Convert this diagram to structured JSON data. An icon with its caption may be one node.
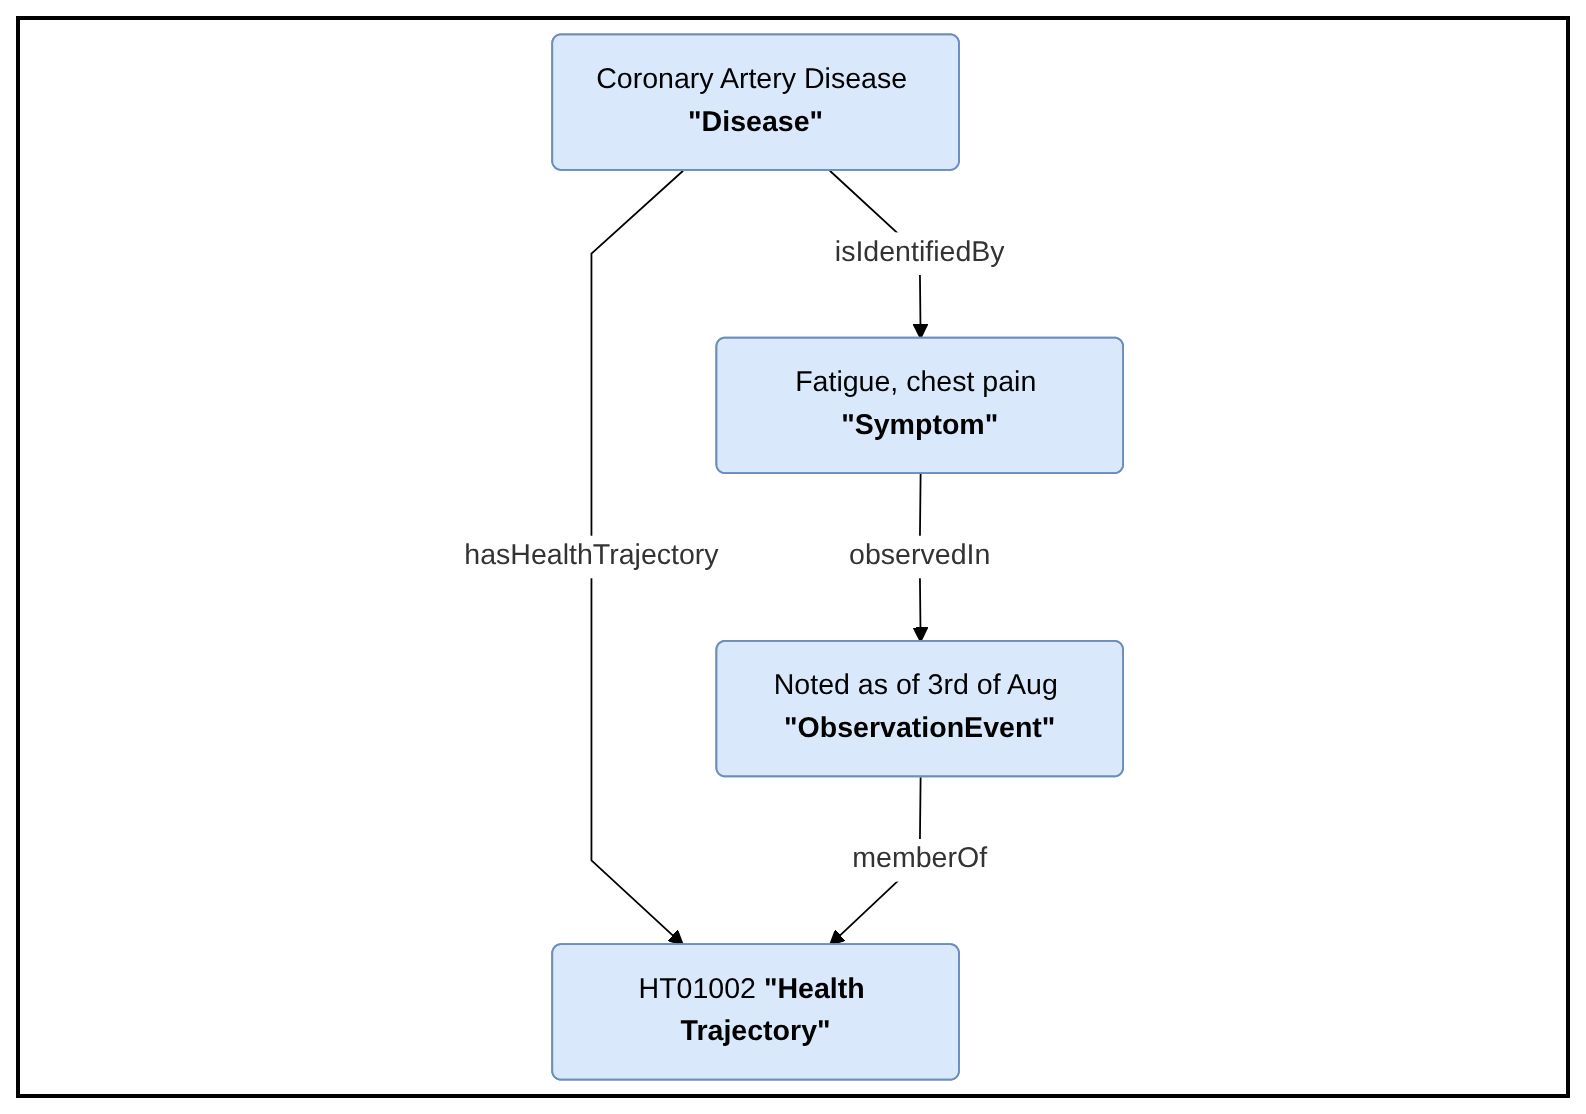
{
  "diagram": {
    "nodes": [
      {
        "text": [
          "Coronary Artery Disease **\"Disease\"**"
        ]
      },
      {
        "text": [
          "HT01002 **\"Health Trajectory\"**"
        ]
      },
      {
        "text": [
          "Fatigue, chest pain **\"Symptom\"**"
        ]
      },
      {
        "text": [
          "Noted as of 3rd of Aug **\"ObservationEvent\"**"
        ]
      }
    ],
    "edges": [
      {
        "from": 0,
        "to": 1,
        "arrow": "to",
        "label": "hasHealthTrajectory"
      },
      {
        "from": 0,
        "to": 2,
        "arrow": "to",
        "label": "isIdentifiedBy"
      },
      {
        "from": 2,
        "to": 3,
        "arrow": "to",
        "label": "observedIn"
      },
      {
        "from": 3,
        "to": 1,
        "arrow": "to",
        "label": "memberOf"
      }
    ]
  }
}
